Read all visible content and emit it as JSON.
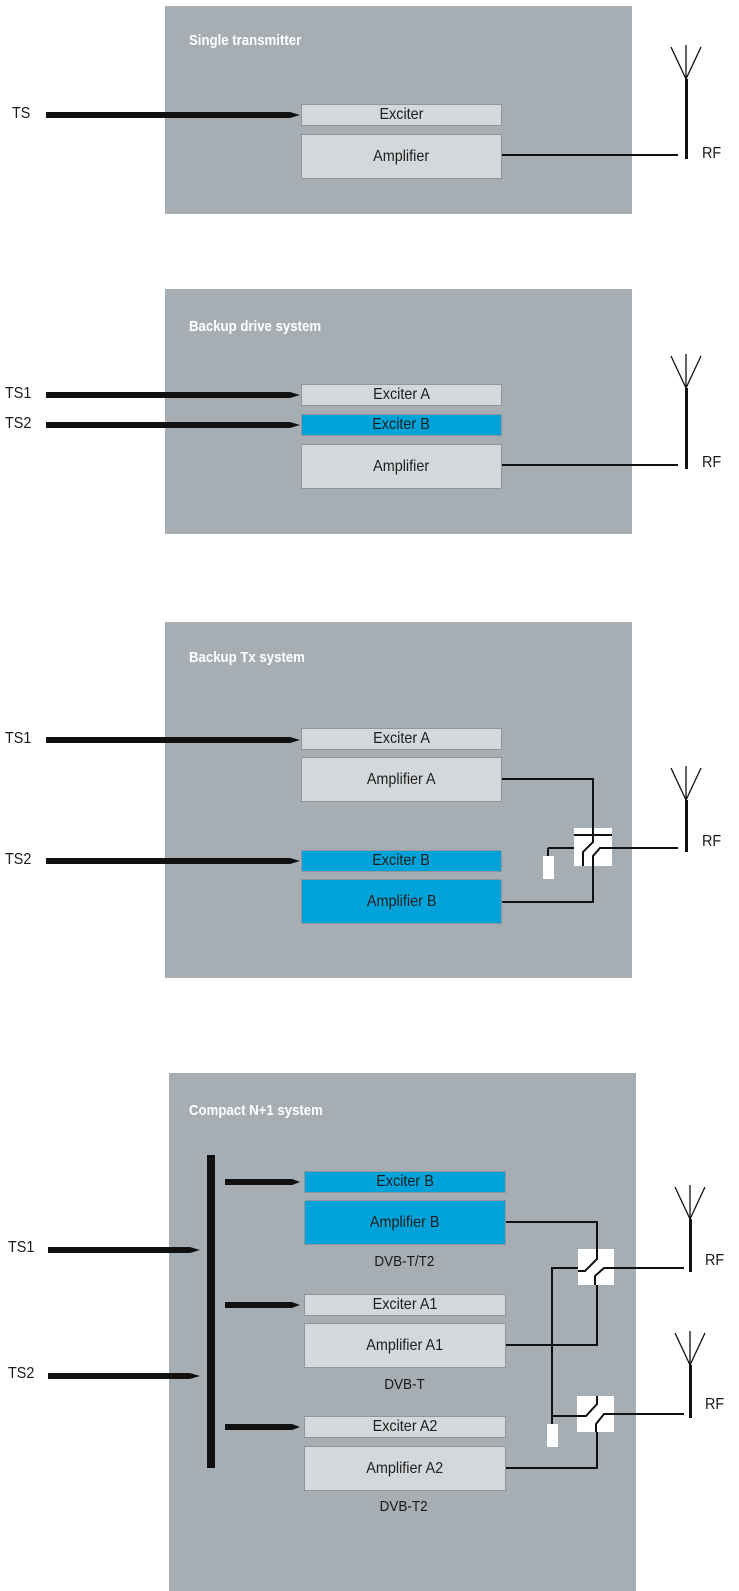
{
  "panels": {
    "single": {
      "title": "Single transmitter",
      "inputs": [
        "TS"
      ],
      "exciters": [
        "Exciter"
      ],
      "amplifiers": [
        "Amplifier"
      ],
      "output": "RF"
    },
    "backup_drive": {
      "title": "Backup drive system",
      "inputs": [
        "TS1",
        "TS2"
      ],
      "exciters": [
        "Exciter A",
        "Exciter B"
      ],
      "amplifiers": [
        "Amplifier"
      ],
      "output": "RF"
    },
    "backup_tx": {
      "title": "Backup Tx system",
      "inputs": [
        "TS1",
        "TS2"
      ],
      "exciters": [
        "Exciter A",
        "Exciter B"
      ],
      "amplifiers": [
        "Amplifier A",
        "Amplifier B"
      ],
      "output": "RF"
    },
    "compact": {
      "title": "Compact N+1 system",
      "inputs": [
        "TS1",
        "TS2"
      ],
      "exciters": [
        "Exciter B",
        "Exciter A1",
        "Exciter A2"
      ],
      "amplifiers": [
        "Amplifier B",
        "Amplifier A1",
        "Amplifier A2"
      ],
      "standards": [
        "DVB-T/T2",
        "DVB-T",
        "DVB-T2"
      ],
      "outputs": [
        "RF",
        "RF"
      ]
    }
  },
  "colors": {
    "panel": "#a6adb3",
    "module_active": "#d4d8db",
    "module_standby": "#00a3d9",
    "line": "#111111"
  }
}
